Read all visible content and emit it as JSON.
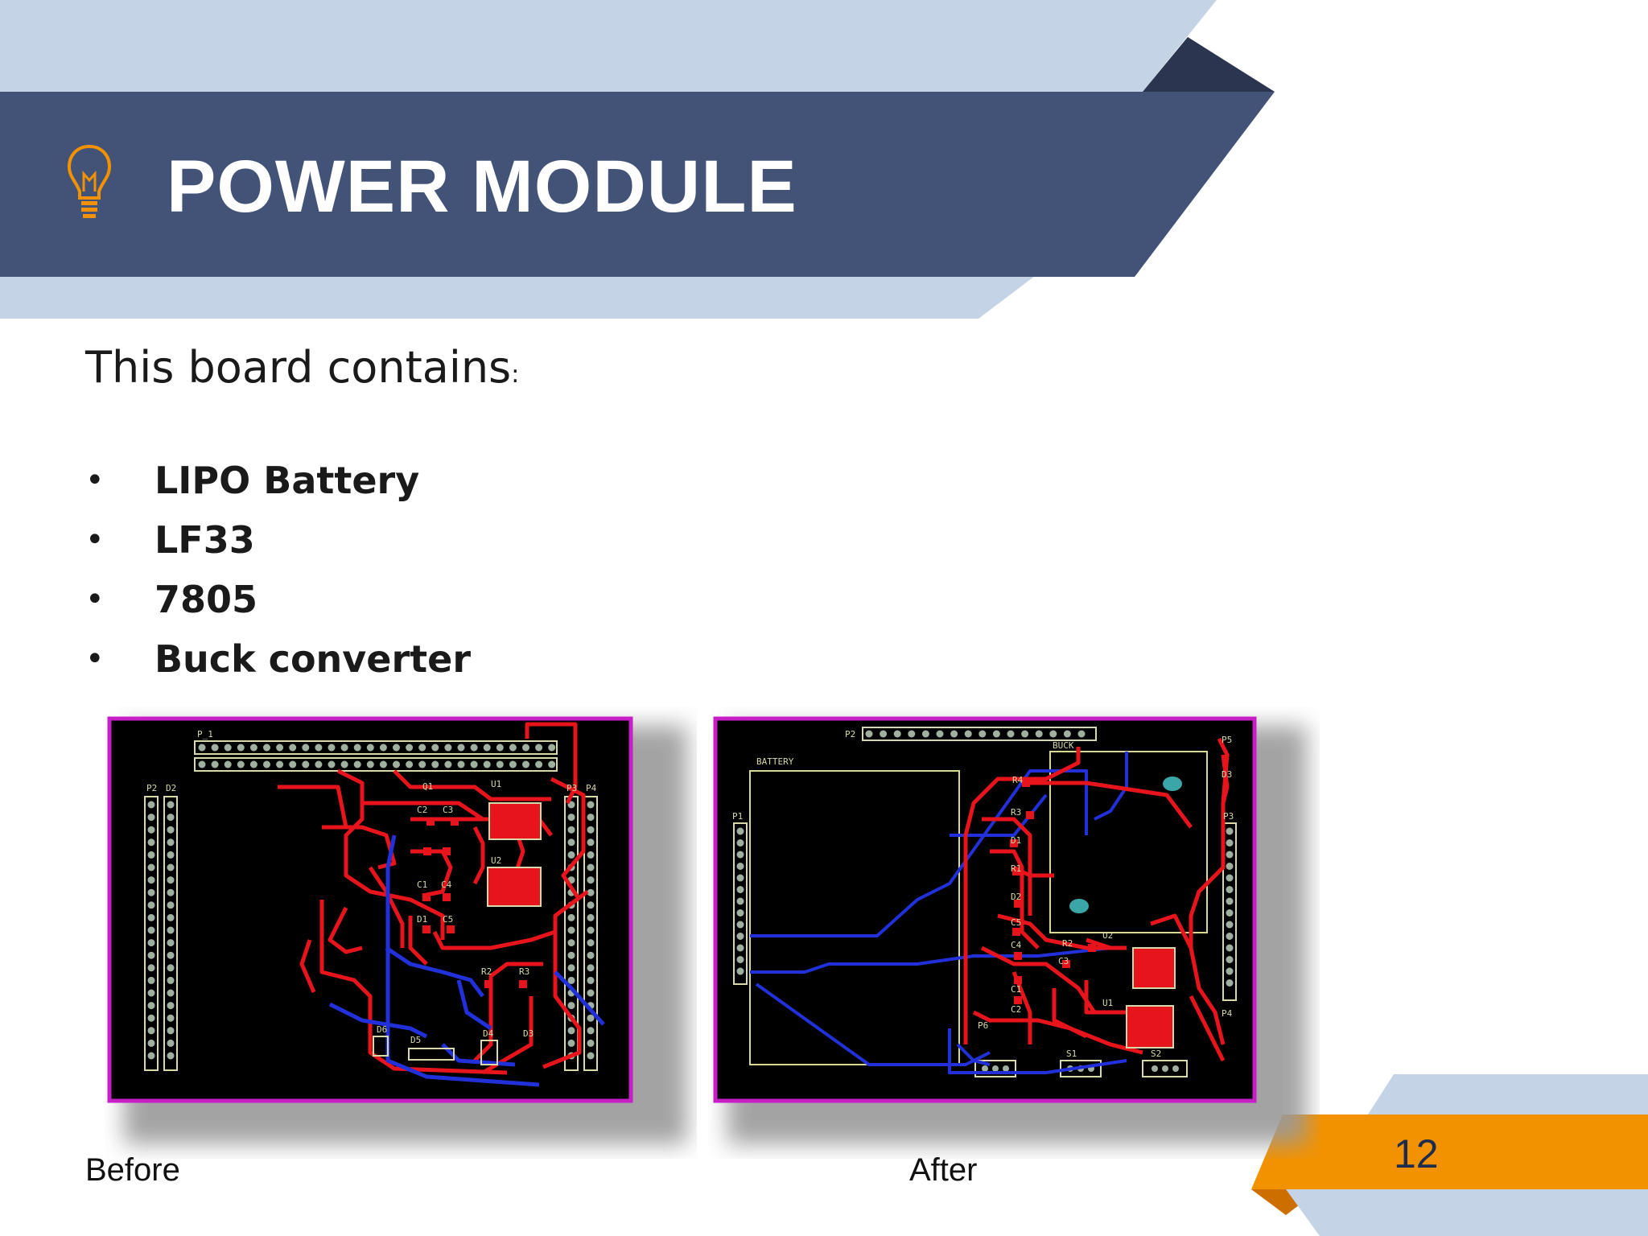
{
  "slide": {
    "title": "POWER MODULE",
    "intro": "This board contains",
    "intro_colon": ":",
    "bullet_symbol": "•",
    "items": [
      "LIPO Battery",
      "LF33",
      "7805",
      "Buck converter"
    ],
    "captions": {
      "before": "Before",
      "after": "After"
    },
    "page_number": "12",
    "icon": "lightbulb-icon"
  },
  "pcb_before": {
    "labels": {
      "p1": "P_1",
      "d2": "D2",
      "p2": "P2",
      "p3": "P3",
      "p4": "P4",
      "q1": "Q1",
      "u1": "U1",
      "u2": "U2",
      "c2": "C2",
      "c3": "C3",
      "c1": "C1",
      "c4": "C4",
      "d1": "D1",
      "c5": "C5",
      "r2": "R2",
      "r3": "R3",
      "d3": "D3",
      "d4": "D4",
      "d5": "D5",
      "d6": "D6"
    }
  },
  "pcb_after": {
    "labels": {
      "p2": "P2",
      "battery": "BATTERY",
      "buck": "BUCK",
      "p1": "P1",
      "p3": "P3",
      "p5": "P5",
      "d3": "D3",
      "r4": "R4",
      "r3": "R3",
      "d1": "D1",
      "r1": "R1",
      "d2": "D2",
      "c5": "C5",
      "c4": "C4",
      "c3": "C3",
      "r2": "R2",
      "u2": "U2",
      "u1": "U1",
      "c1": "C1",
      "c2": "C2",
      "p6": "P6",
      "s1": "S1",
      "s2": "S2",
      "p4": "P4"
    }
  },
  "colors": {
    "banner_dark": "#435378",
    "banner_light": "#c5d3e6",
    "accent_orange": "#f39200",
    "dark_corner": "#2b3550",
    "pcb_red": "#e8141c",
    "pcb_blue": "#2130d8",
    "pcb_border": "#c81ec8"
  }
}
